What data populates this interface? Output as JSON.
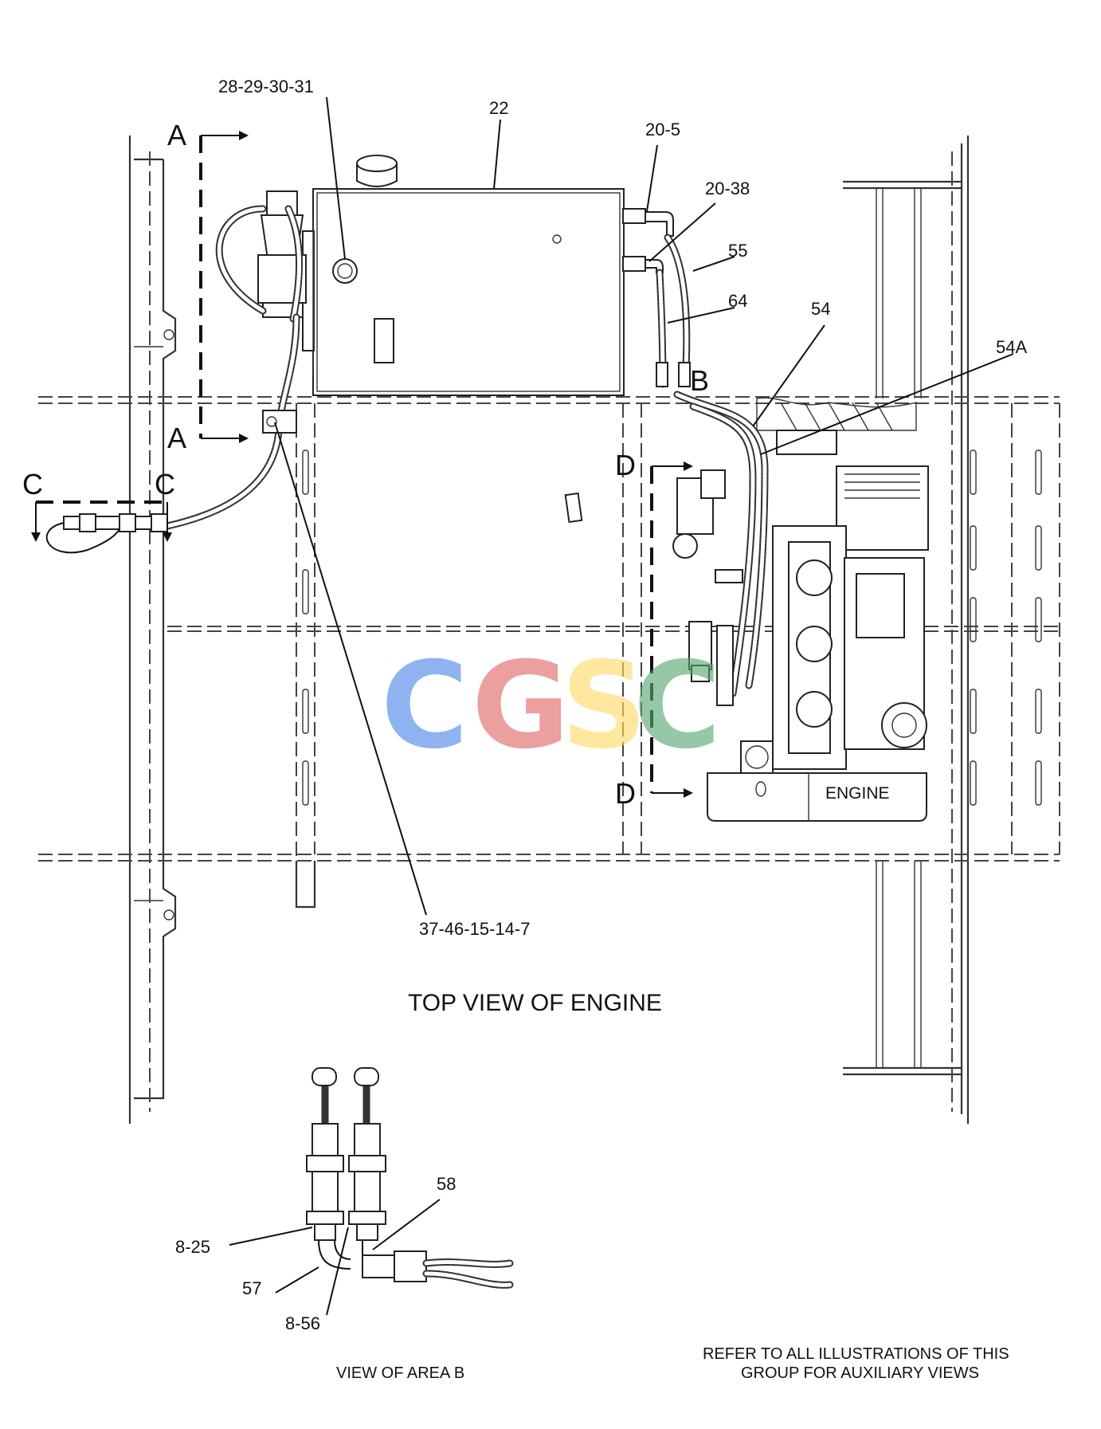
{
  "diagram": {
    "callouts": {
      "c28": "28-29-30-31",
      "c22": "22",
      "c205": "20-5",
      "c2038": "20-38",
      "c55": "55",
      "c64": "64",
      "c54": "54",
      "c54a": "54A",
      "c37": "37-46-15-14-7",
      "c58": "58",
      "c825": "8-25",
      "c57": "57",
      "c856": "8-56"
    },
    "section_markers": {
      "a_top": "A",
      "a_bottom": "A",
      "b": "B",
      "c_left": "C",
      "c_right": "C",
      "d_top": "D",
      "d_bottom": "D"
    },
    "component_labels": {
      "engine": "ENGINE"
    },
    "captions": {
      "top_view": "TOP VIEW OF ENGINE",
      "view_b": "VIEW OF AREA B",
      "refer_line1": "REFER TO ALL ILLUSTRATIONS OF THIS",
      "refer_line2": "GROUP FOR AUXILIARY VIEWS"
    },
    "watermark": {
      "letters": [
        "C",
        "G",
        "S",
        "C"
      ],
      "colors": [
        "#4a86e8",
        "#e06666",
        "#ffd966",
        "#57a773"
      ]
    }
  }
}
